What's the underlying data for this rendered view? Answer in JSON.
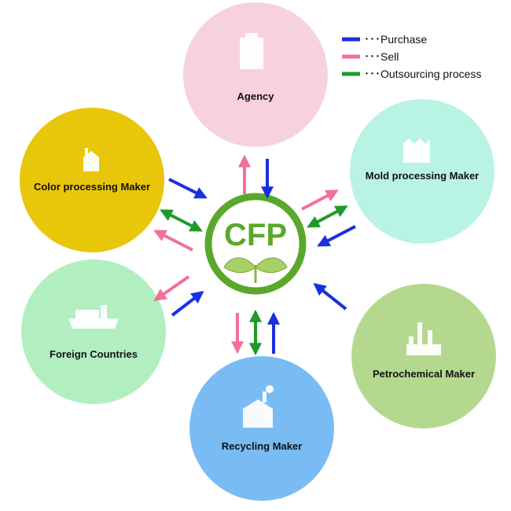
{
  "legend": [
    {
      "label": "･･･Purchase",
      "color": "#1a2fe0"
    },
    {
      "label": "･･･Sell",
      "color": "#f0709a"
    },
    {
      "label": "･･･Outsourcing process",
      "color": "#1f9a2a"
    }
  ],
  "center": {
    "label": "CFP",
    "color": "#5aa82a"
  },
  "nodes": [
    {
      "id": "agency",
      "label": "Agency",
      "fill": "#f7d1dd",
      "icon": "office-building-icon"
    },
    {
      "id": "mold",
      "label": "Mold processing Maker",
      "fill": "#b9f3e3",
      "icon": "factory-icon"
    },
    {
      "id": "petro",
      "label": "Petrochemical Maker",
      "fill": "#b5d88f",
      "icon": "refinery-icon"
    },
    {
      "id": "recycling",
      "label": "Recycling Maker",
      "fill": "#79bcf4",
      "icon": "recycling-plant-icon"
    },
    {
      "id": "foreign",
      "label": "Foreign Countries",
      "fill": "#b2efc0",
      "icon": "cargo-ship-icon"
    },
    {
      "id": "color",
      "label": "Color processing Maker",
      "fill": "#e8c60a",
      "icon": "workshop-icon"
    }
  ],
  "colors": {
    "purchase": "#1a2fe0",
    "sell": "#f0709a",
    "outsourcing": "#1f9a2a"
  }
}
